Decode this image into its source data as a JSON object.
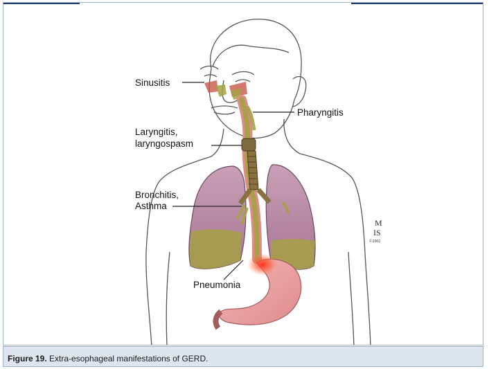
{
  "figure": {
    "labels": {
      "sinusitis": "Sinusitis",
      "pharyngitis": "Pharyngitis",
      "laryngitis_line1": "Laryngitis,",
      "laryngitis_line2": "laryngospasm",
      "bronchitis_line1": "Bronchitis,",
      "bronchitis_line2": "Asthma",
      "pneumonia": "Pneumonia"
    },
    "signature": {
      "line1": "M",
      "line2": "IS",
      "line3": "©2002"
    },
    "colors": {
      "reflux": "#a6a145",
      "lung": "#b88aa5",
      "stomach": "#eba3a2",
      "inflammation": "#e8291f",
      "outline": "#4a4a4a"
    }
  },
  "caption": {
    "label": "Figure 19.",
    "text": " Extra-esophageal manifestations of GERD."
  }
}
